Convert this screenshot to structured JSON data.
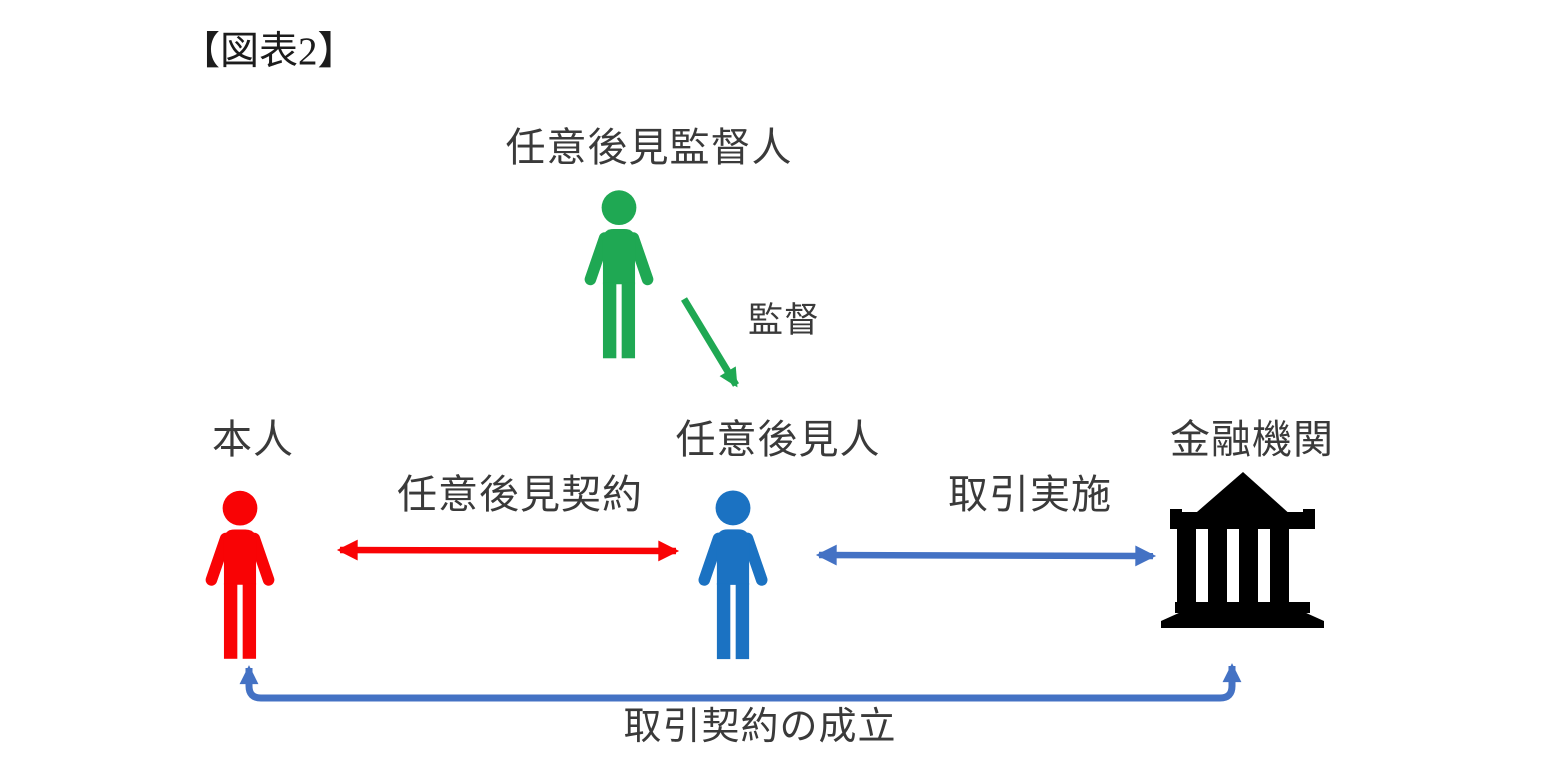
{
  "figure_title": "【図表2】",
  "colors": {
    "green": "#1FA853",
    "red": "#F90305",
    "person_blue": "#1B72C2",
    "arrow_blue": "#4472C4",
    "bank_black": "#000000",
    "label_text": "#3A3A3A",
    "title_text": "#1C1C1C"
  },
  "nodes": {
    "supervisor": {
      "label": "任意後見監督人",
      "icon": "person-icon",
      "color": "#1FA853"
    },
    "principal": {
      "label": "本人",
      "icon": "person-icon",
      "color": "#F90305"
    },
    "guardian": {
      "label": "任意後見人",
      "icon": "person-icon",
      "color": "#1B72C2"
    },
    "bank": {
      "label": "金融機関",
      "icon": "bank-icon",
      "color": "#000000"
    }
  },
  "edges": {
    "supervision": {
      "label": "監督",
      "from": "任意後見監督人",
      "to": "任意後見人",
      "direction": "one-way",
      "shape": "diagonal",
      "color": "#1FA853"
    },
    "guardianship_contract": {
      "label": "任意後見契約",
      "from": "本人",
      "to": "任意後見人",
      "direction": "two-way",
      "shape": "straight",
      "color": "#F90305"
    },
    "transaction": {
      "label": "取引実施",
      "from": "任意後見人",
      "to": "金融機関",
      "direction": "two-way",
      "shape": "straight",
      "color": "#4472C4"
    },
    "deal_formation": {
      "label": "取引契約の成立",
      "from": "本人",
      "to": "金融機関",
      "direction": "two-way",
      "shape": "u-shaped-bottom",
      "color": "#4472C4"
    }
  }
}
